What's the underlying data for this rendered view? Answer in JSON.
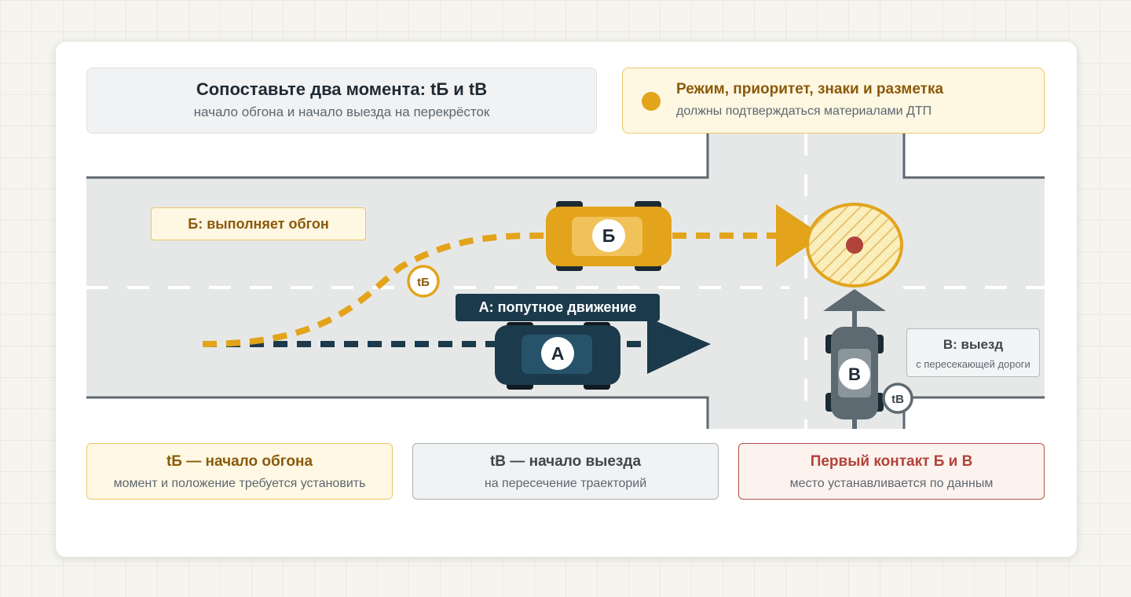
{
  "header": {
    "title": "Сопоставьте два момента: tБ и tВ",
    "subtitle": "начало обгона и начало выезда на перекрёсток"
  },
  "notice": {
    "title": "Режим, приоритет, знаки и разметка",
    "subtitle": "должны подтверждаться материалами ДТП"
  },
  "vehicles": {
    "a": {
      "letter": "А",
      "label": "А: попутное движение"
    },
    "b": {
      "letter": "Б",
      "label": "Б: выполняет обгон",
      "time_marker": "tБ"
    },
    "v": {
      "letter": "В",
      "label": "В: выезд",
      "sublabel": "с пересекающей дороги",
      "time_marker": "tВ"
    }
  },
  "cards": [
    {
      "title": "tБ — начало обгона",
      "subtitle": "момент и положение требуется установить"
    },
    {
      "title": "tВ — начало выезда",
      "subtitle": "на пересечение траекторий"
    },
    {
      "title": "Первый контакт Б и В",
      "subtitle": "место устанавливается по данным"
    }
  ],
  "colors": {
    "vehicle_a": "#1b3a4b",
    "vehicle_b": "#e3a41c",
    "vehicle_v": "#5e6a72",
    "contact_point": "#b0433a",
    "road": "#e6e8e8"
  }
}
